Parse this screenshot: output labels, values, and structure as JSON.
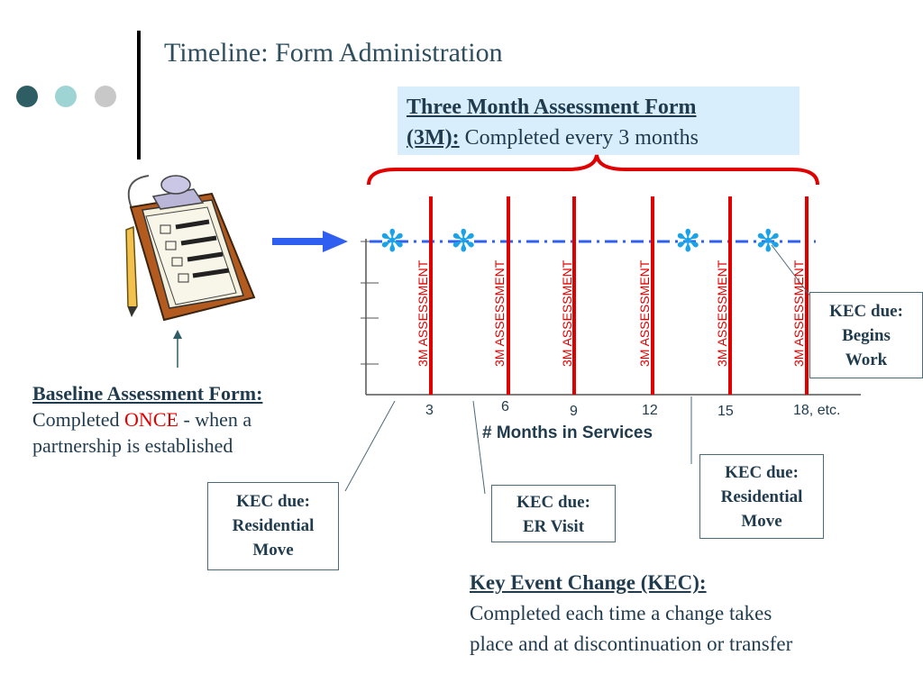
{
  "title": "Timeline: Form Administration",
  "three_month": {
    "heading_line1": "Three Month Assessment Form",
    "heading_line2": "(3M):",
    "desc": " Completed every 3 months"
  },
  "baseline": {
    "heading": "Baseline Assessment Form:",
    "line_prefix": "Completed ",
    "once": "ONCE",
    "line_suffix": " - when a",
    "line2": "partnership is established"
  },
  "kec_boxes": [
    {
      "lines": [
        "KEC due:",
        "Begins",
        "Work"
      ]
    },
    {
      "lines": [
        "KEC due:",
        "Residential",
        "Move"
      ]
    },
    {
      "lines": [
        "KEC due:",
        "ER Visit"
      ]
    },
    {
      "lines": [
        "KEC due:",
        "Residential",
        "Move"
      ]
    }
  ],
  "kec_definition": {
    "heading": "Key Event Change (KEC):",
    "text": "Completed each time a change takes place and at discontinuation or transfer"
  },
  "timeline": {
    "xlabel": "# Months in Services",
    "ticks": [
      "3",
      "6",
      "9",
      "12",
      "15",
      "18, etc."
    ],
    "assessment_label": "3M ASSESSMENT",
    "star_glyph": "✻"
  },
  "colors": {
    "accent_dark": "#2e5e63",
    "accent_teal": "#9fd4d4",
    "accent_gray": "#c8c8c8",
    "assessment_red": "#e00000",
    "arrow_blue": "#2e5ff0",
    "star_cyan": "#1aa3e8"
  }
}
